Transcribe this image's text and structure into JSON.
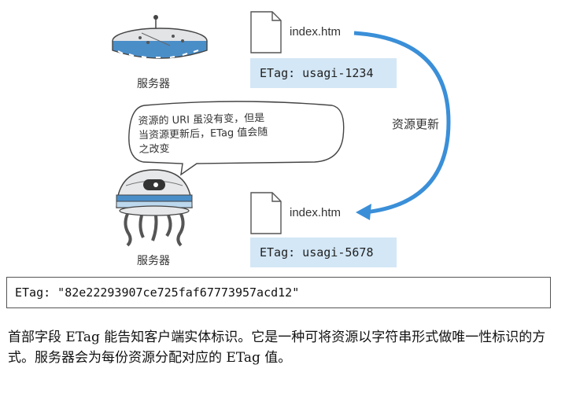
{
  "diagram": {
    "top_file": {
      "name": "index.htm",
      "etag": "ETag: usagi-1234"
    },
    "bottom_file": {
      "name": "index.htm",
      "etag": "ETag: usagi-5678"
    },
    "server_label_top": "服务器",
    "server_label_bottom": "服务器",
    "arrow_label": "资源更新",
    "speech_bubble": {
      "line1": "资源的 URI 虽没有变，但是",
      "line2": "当资源更新后，ETag 值会随",
      "line3": "之改变"
    },
    "colors": {
      "arrow": "#3a8fd8",
      "etag_box": "#d3e7f6",
      "server_stripe": "#4a8ec8"
    },
    "icons": [
      "file-icon",
      "server-disk-icon",
      "server-robot-icon",
      "curved-arrow-icon"
    ]
  },
  "code_line": "ETag: \"82e22293907ce725faf67773957acd12\"",
  "description": "首部字段 ETag 能告知客户端实体标识。它是一种可将资源以字符串形式做唯一性标识的方式。服务器会为每份资源分配对应的 ETag 值。"
}
